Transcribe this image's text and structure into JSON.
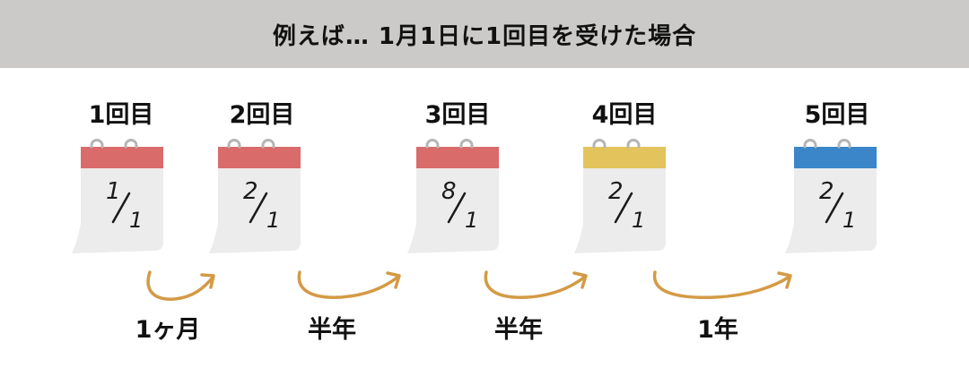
{
  "header": {
    "title": "例えば… 1月1日に1回目を受けた場合"
  },
  "doses": [
    {
      "label": "1回目",
      "date_top": "1",
      "date_bottom": "1",
      "bar_color": "#d96b6b"
    },
    {
      "label": "2回目",
      "date_top": "2",
      "date_bottom": "1",
      "bar_color": "#d96b6b"
    },
    {
      "label": "3回目",
      "date_top": "8",
      "date_bottom": "1",
      "bar_color": "#d96b6b"
    },
    {
      "label": "4回目",
      "date_top": "2",
      "date_bottom": "1",
      "bar_color": "#e3c45c"
    },
    {
      "label": "5回目",
      "date_top": "2",
      "date_bottom": "1",
      "bar_color": "#3a86c8"
    }
  ],
  "intervals": [
    {
      "label": "1ヶ月"
    },
    {
      "label": "半年"
    },
    {
      "label": "半年"
    },
    {
      "label": "1年"
    }
  ],
  "colors": {
    "arrow": "#d49a45",
    "page": "#ececec",
    "ring": "#b5b5b5",
    "ink": "#1a1a1a"
  }
}
